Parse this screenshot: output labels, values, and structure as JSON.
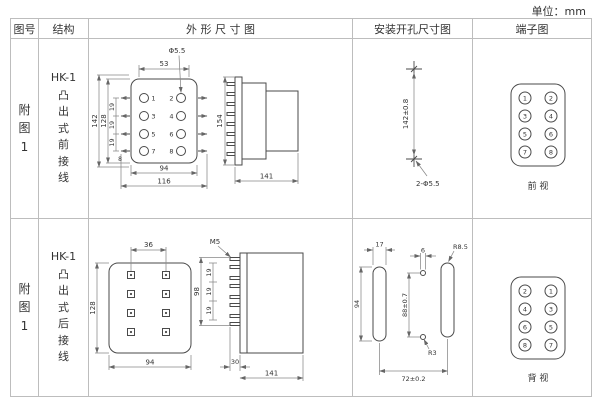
{
  "page": {
    "unit": "单位：mm"
  },
  "table": {
    "headers": {
      "fig": "图号",
      "structure": "结构",
      "outline": "外 形 尺 寸 图",
      "mounting": "安装开孔尺寸图",
      "terminal": "端子图"
    },
    "rows": [
      {
        "fig": "附图1",
        "model": "HK-1",
        "structure": "凸出式前接线",
        "outline": {
          "terminals": [
            "1",
            "2",
            "3",
            "4",
            "5",
            "6",
            "7",
            "8"
          ],
          "dims": {
            "top_w": "53",
            "hole": "Φ5.5",
            "h_outer": "142",
            "h_inner": "128",
            "pitch1": "19",
            "pitch2": "19",
            "pitch3": "19",
            "offset": "8",
            "body_w": "94",
            "total_w": "116",
            "side_h": "154",
            "depth": "141"
          }
        },
        "mounting": {
          "dims": {
            "v": "142±0.8",
            "holes": "2-Φ5.5"
          }
        },
        "terminal": {
          "left": [
            "1",
            "3",
            "5",
            "7"
          ],
          "right": [
            "2",
            "4",
            "6",
            "8"
          ],
          "view": "前 视"
        }
      },
      {
        "fig": "附图1",
        "model": "HK-1",
        "structure": "凸出式后接线",
        "outline": {
          "dims": {
            "top_w": "36",
            "screw": "M5",
            "h_left": "128",
            "bottom_w": "94",
            "side_h": "98",
            "pitch1": "19",
            "pitch2": "19",
            "pitch3": "19",
            "d_front": "30",
            "depth": "141"
          }
        },
        "mounting": {
          "dims": {
            "slot_w": "17",
            "hole_d": "6",
            "slot_r": "R8.5",
            "slot_len": "94",
            "v_pitch": "88±0.7",
            "hole_r": "R3",
            "h_pitch": "72±0.2"
          }
        },
        "terminal": {
          "left": [
            "2",
            "4",
            "6",
            "8"
          ],
          "right": [
            "1",
            "3",
            "5",
            "7"
          ],
          "view": "背 视"
        }
      }
    ]
  }
}
